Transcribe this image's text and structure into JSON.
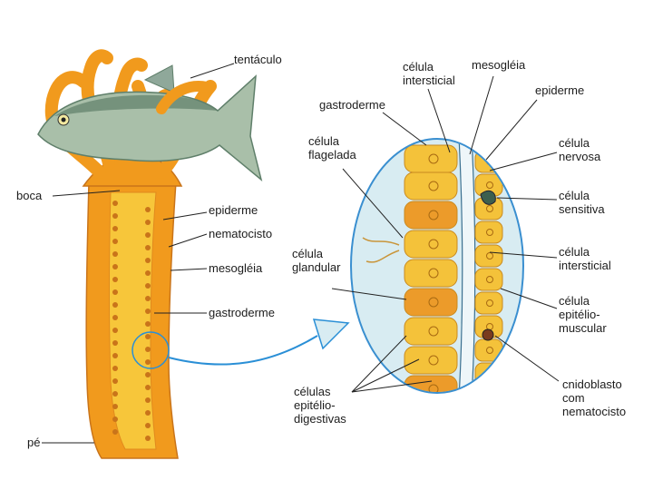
{
  "labels": {
    "tentaculo": "tentáculo",
    "boca": "boca",
    "epiderme_left": "epiderme",
    "nematocisto": "nematocisto",
    "mesogleia_left": "mesogléia",
    "gastroderme_left": "gastroderme",
    "pe": "pé",
    "celula_intersticial_top": [
      "célula",
      "intersticial"
    ],
    "mesogleia_top": "mesogléia",
    "epiderme_top": "epiderme",
    "gastroderme_right": "gastroderme",
    "celula_flagelada": [
      "célula",
      "flagelada"
    ],
    "celula_nervosa": [
      "célula",
      "nervosa"
    ],
    "celula_sensitiva": [
      "célula",
      "sensitiva"
    ],
    "celula_glandular": [
      "célula",
      "glandular"
    ],
    "celula_intersticial_right": [
      "célula",
      "intersticial"
    ],
    "celula_epitelio_muscular": [
      "célula",
      "epitélio-",
      "muscular"
    ],
    "celulas_epitelio_digestivas": [
      "células",
      "epitélio-",
      "digestivas"
    ],
    "cnidoblasto": [
      "cnidoblasto",
      "com",
      "nematocisto"
    ]
  },
  "colors": {
    "body_orange": "#f19a1d",
    "body_light": "#f7c63a",
    "ectoderm_dot": "#c9741a",
    "circle_fill": "#d8ecf2",
    "circle_edge": "#3a8fd0",
    "cell_yellow": "#f4c23a",
    "cell_orange": "#ec9b2a",
    "mesoglea": "#e9f3f7",
    "arrow": "#2a8fd6",
    "fish_body": "#9fb6a0",
    "fish_back": "#5f7f6a"
  }
}
